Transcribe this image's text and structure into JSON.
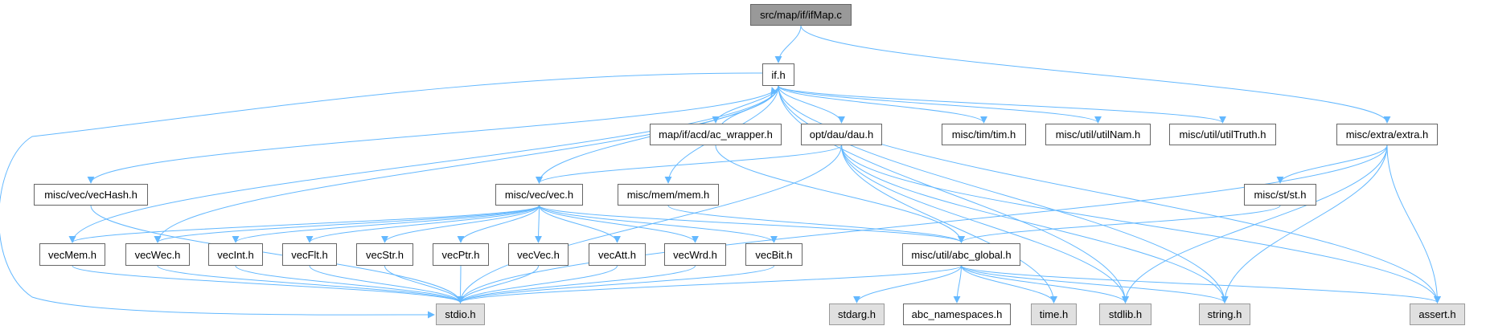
{
  "colors": {
    "edge": "#63b8ff",
    "root_fill": "#999999",
    "system_fill": "#e0e0e0",
    "node_fill": "#ffffff"
  },
  "nodes": {
    "ifmap_c": {
      "label": "src/map/if/ifMap.c",
      "kind": "root"
    },
    "if_h": {
      "label": "if.h",
      "kind": "local"
    },
    "ac_wrapper_h": {
      "label": "map/if/acd/ac_wrapper.h",
      "kind": "local"
    },
    "dau_h": {
      "label": "opt/dau/dau.h",
      "kind": "local"
    },
    "tim_h": {
      "label": "misc/tim/tim.h",
      "kind": "local"
    },
    "utilnam_h": {
      "label": "misc/util/utilNam.h",
      "kind": "local"
    },
    "utiltruth_h": {
      "label": "misc/util/utilTruth.h",
      "kind": "local"
    },
    "extra_h": {
      "label": "misc/extra/extra.h",
      "kind": "local"
    },
    "vechash_h": {
      "label": "misc/vec/vecHash.h",
      "kind": "local"
    },
    "vec_h": {
      "label": "misc/vec/vec.h",
      "kind": "local"
    },
    "mem_h": {
      "label": "misc/mem/mem.h",
      "kind": "local"
    },
    "st_h": {
      "label": "misc/st/st.h",
      "kind": "local"
    },
    "vecmem_h": {
      "label": "vecMem.h",
      "kind": "local"
    },
    "vecwec_h": {
      "label": "vecWec.h",
      "kind": "local"
    },
    "vecint_h": {
      "label": "vecInt.h",
      "kind": "local"
    },
    "vecflt_h": {
      "label": "vecFlt.h",
      "kind": "local"
    },
    "vecstr_h": {
      "label": "vecStr.h",
      "kind": "local"
    },
    "vecptr_h": {
      "label": "vecPtr.h",
      "kind": "local"
    },
    "vecvec_h": {
      "label": "vecVec.h",
      "kind": "local"
    },
    "vecatt_h": {
      "label": "vecAtt.h",
      "kind": "local"
    },
    "vecwrd_h": {
      "label": "vecWrd.h",
      "kind": "local"
    },
    "vecbit_h": {
      "label": "vecBit.h",
      "kind": "local"
    },
    "abc_global_h": {
      "label": "misc/util/abc_global.h",
      "kind": "local"
    },
    "stdio_h": {
      "label": "stdio.h",
      "kind": "system"
    },
    "stdarg_h": {
      "label": "stdarg.h",
      "kind": "system"
    },
    "abc_namespaces_h": {
      "label": "abc_namespaces.h",
      "kind": "local"
    },
    "time_h": {
      "label": "time.h",
      "kind": "system"
    },
    "stdlib_h": {
      "label": "stdlib.h",
      "kind": "system"
    },
    "string_h": {
      "label": "string.h",
      "kind": "system"
    },
    "assert_h": {
      "label": "assert.h",
      "kind": "system"
    }
  },
  "edges": [
    [
      "ifmap_c",
      "if_h"
    ],
    [
      "ifmap_c",
      "extra_h"
    ],
    [
      "if_h",
      "stdio_h"
    ],
    [
      "if_h",
      "vechash_h"
    ],
    [
      "if_h",
      "vecmem_h"
    ],
    [
      "if_h",
      "vecwec_h"
    ],
    [
      "if_h",
      "vec_h"
    ],
    [
      "if_h",
      "mem_h"
    ],
    [
      "if_h",
      "ac_wrapper_h"
    ],
    [
      "if_h",
      "dau_h"
    ],
    [
      "if_h",
      "tim_h"
    ],
    [
      "if_h",
      "utilnam_h"
    ],
    [
      "if_h",
      "utiltruth_h"
    ],
    [
      "if_h",
      "string_h"
    ],
    [
      "if_h",
      "stdlib_h"
    ],
    [
      "if_h",
      "assert_h"
    ],
    [
      "ac_wrapper_h",
      "if_h"
    ],
    [
      "ac_wrapper_h",
      "abc_global_h"
    ],
    [
      "dau_h",
      "vec_h"
    ],
    [
      "dau_h",
      "stdio_h"
    ],
    [
      "dau_h",
      "time_h"
    ],
    [
      "dau_h",
      "stdlib_h"
    ],
    [
      "dau_h",
      "string_h"
    ],
    [
      "dau_h",
      "assert_h"
    ],
    [
      "extra_h",
      "st_h"
    ],
    [
      "extra_h",
      "stdio_h"
    ],
    [
      "extra_h",
      "stdlib_h"
    ],
    [
      "extra_h",
      "string_h"
    ],
    [
      "extra_h",
      "assert_h"
    ],
    [
      "vechash_h",
      "stdio_h"
    ],
    [
      "vec_h",
      "vecmem_h"
    ],
    [
      "vec_h",
      "vecwec_h"
    ],
    [
      "vec_h",
      "vecint_h"
    ],
    [
      "vec_h",
      "vecflt_h"
    ],
    [
      "vec_h",
      "vecstr_h"
    ],
    [
      "vec_h",
      "vecptr_h"
    ],
    [
      "vec_h",
      "vecvec_h"
    ],
    [
      "vec_h",
      "vecatt_h"
    ],
    [
      "vec_h",
      "vecwrd_h"
    ],
    [
      "vec_h",
      "vecbit_h"
    ],
    [
      "vec_h",
      "abc_global_h"
    ],
    [
      "mem_h",
      "abc_global_h"
    ],
    [
      "st_h",
      "abc_global_h"
    ],
    [
      "vecmem_h",
      "stdio_h"
    ],
    [
      "vecwec_h",
      "stdio_h"
    ],
    [
      "vecint_h",
      "stdio_h"
    ],
    [
      "vecflt_h",
      "stdio_h"
    ],
    [
      "vecstr_h",
      "stdio_h"
    ],
    [
      "vecptr_h",
      "stdio_h"
    ],
    [
      "vecvec_h",
      "stdio_h"
    ],
    [
      "vecatt_h",
      "stdio_h"
    ],
    [
      "vecwrd_h",
      "stdio_h"
    ],
    [
      "vecbit_h",
      "stdio_h"
    ],
    [
      "abc_global_h",
      "stdio_h"
    ],
    [
      "abc_global_h",
      "stdarg_h"
    ],
    [
      "abc_global_h",
      "abc_namespaces_h"
    ],
    [
      "abc_global_h",
      "time_h"
    ],
    [
      "abc_global_h",
      "stdlib_h"
    ],
    [
      "abc_global_h",
      "string_h"
    ],
    [
      "abc_global_h",
      "assert_h"
    ]
  ]
}
